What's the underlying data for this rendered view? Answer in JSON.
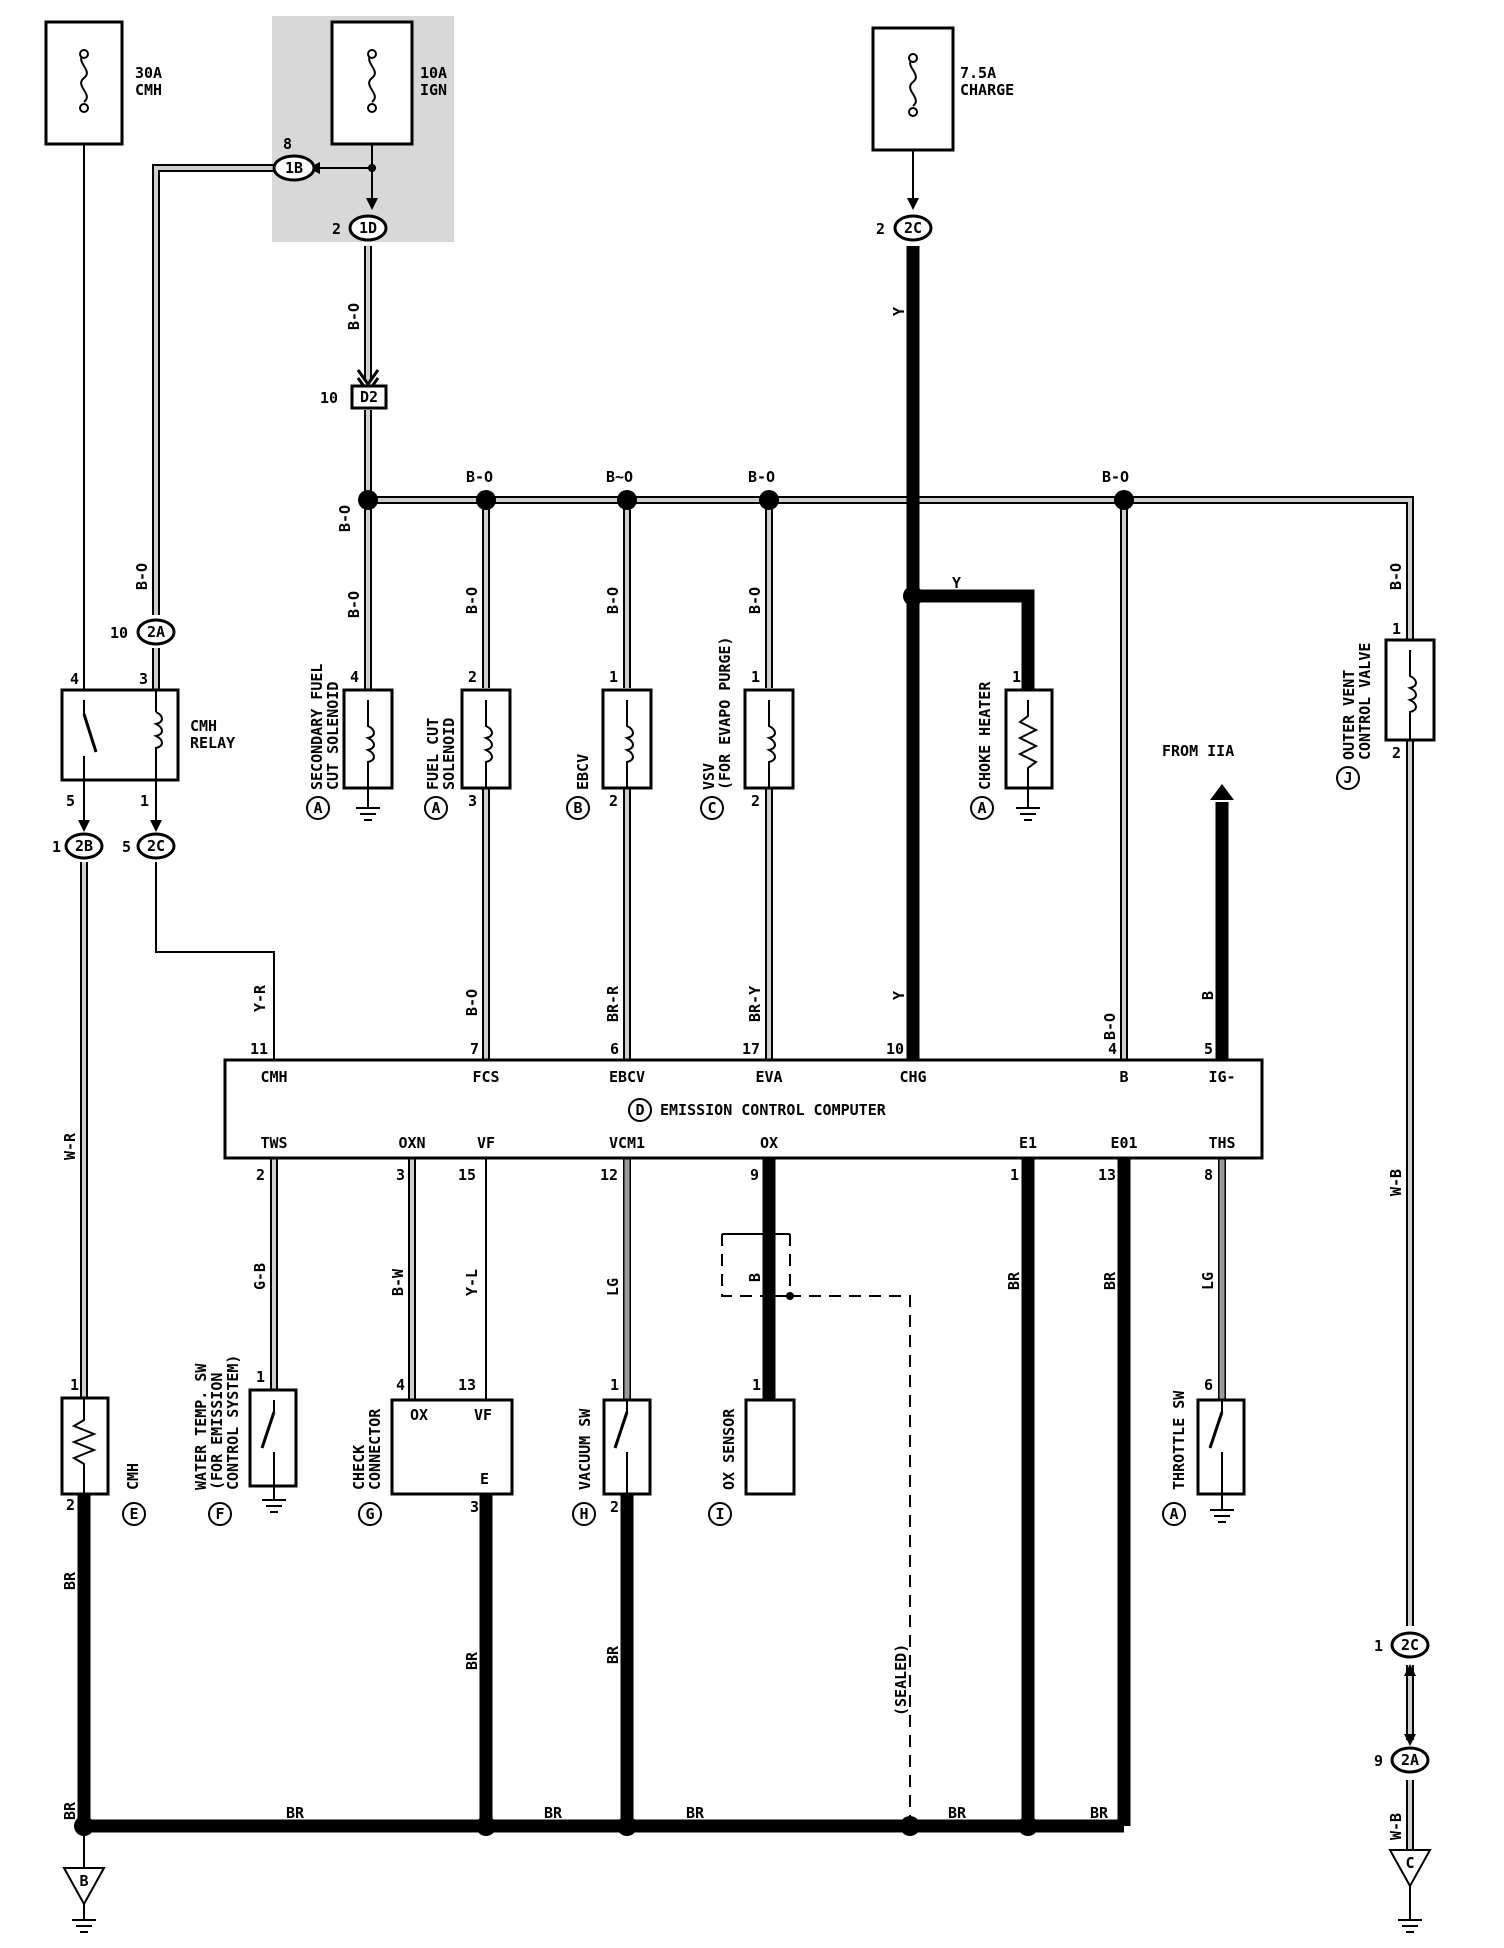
{
  "fuses": {
    "cmh": {
      "rating": "30A",
      "name": "CMH"
    },
    "ign": {
      "rating": "10A",
      "name": "IGN"
    },
    "charge": {
      "rating": "7.5A",
      "name": "CHARGE"
    }
  },
  "connectors": {
    "c1B": "1B",
    "c1D": "1D",
    "c2C_top": "2C",
    "cD2": "D2",
    "c2A_relay": "2A",
    "c2B": "2B",
    "c2C_relay": "2C",
    "c2C_bottom": "2C",
    "c2A_bottom": "2A"
  },
  "pins": {
    "p8": "8",
    "p2_1D": "2",
    "p2_2C": "2",
    "p10_D2": "10",
    "p10_2A": "10",
    "relay_4": "4",
    "relay_3": "3",
    "relay_5": "5",
    "relay_1": "1",
    "p1_2B": "1",
    "p5_2C": "5",
    "sec_4": "4",
    "fcs_2": "2",
    "fcs_3": "3",
    "ebcv_1": "1",
    "ebcv_2": "2",
    "vsv_1": "1",
    "vsv_2": "2",
    "choke_1": "1",
    "ovcv_1": "1",
    "ovcv_2": "2",
    "ecu_11": "11",
    "ecu_7": "7",
    "ecu_6": "6",
    "ecu_17": "17",
    "ecu_10": "10",
    "ecu_4": "4",
    "ecu_5": "5",
    "ecu_2": "2",
    "ecu_3": "3",
    "ecu_15": "15",
    "ecu_12": "12",
    "ecu_9": "9",
    "ecu_1": "1",
    "ecu_13": "13",
    "ecu_8": "8",
    "cmh_1": "1",
    "cmh_2": "2",
    "wt_1": "1",
    "chk_4": "4",
    "chk_13": "13",
    "chk_3": "3",
    "vac_1": "1",
    "vac_2": "2",
    "ox_1": "1",
    "thr_6": "6",
    "c2C_b_1": "1",
    "c2A_b_9": "9"
  },
  "relay": {
    "name": "CMH\nRELAY",
    "line1": "CMH",
    "line2": "RELAY"
  },
  "components": {
    "secondary_fuel_cut": {
      "line1": "SECONDARY FUEL",
      "line2": "CUT SOLENOID",
      "loc": "A"
    },
    "fuel_cut": {
      "line1": "FUEL CUT",
      "line2": "SOLENOID",
      "loc": "A"
    },
    "ebcv": {
      "line1": "EBCV",
      "loc": "B"
    },
    "vsv": {
      "line1": "VSV",
      "line2": "(FOR EVAPO PURGE)",
      "loc": "C"
    },
    "choke_heater": {
      "line1": "CHOKE HEATER",
      "loc": "A"
    },
    "outer_vent": {
      "line1": "OUTER VENT",
      "line2": "CONTROL VALVE",
      "loc": "J"
    },
    "cmh": {
      "line1": "CMH",
      "loc": "E"
    },
    "water_temp": {
      "line1": "WATER TEMP. SW",
      "line2": "(FOR EMISSION",
      "line3": "CONTROL SYSTEM)",
      "loc": "F"
    },
    "check_connector": {
      "line1": "CHECK",
      "line2": "CONNECTOR",
      "loc": "G",
      "pin_ox": "OX",
      "pin_vf": "VF",
      "pin_e": "E"
    },
    "vacuum_sw": {
      "line1": "VACUUM SW",
      "loc": "H"
    },
    "ox_sensor": {
      "line1": "OX SENSOR",
      "loc": "I"
    },
    "throttle_sw": {
      "line1": "THROTTLE SW",
      "loc": "A"
    }
  },
  "ecu": {
    "loc": "D",
    "name": "EMISSION CONTROL COMPUTER",
    "top_terms": [
      "CMH",
      "FCS",
      "EBCV",
      "EVA",
      "CHG",
      "B",
      "IG-"
    ],
    "bottom_terms": [
      "TWS",
      "OXN",
      "VF",
      "VCM1",
      "OX",
      "E1",
      "E01",
      "THS"
    ]
  },
  "wires": {
    "bo": "B-O",
    "bo_tilde": "B~O",
    "y": "Y",
    "yr": "Y-R",
    "br_r": "BR-R",
    "br_y": "BR-Y",
    "b": "B",
    "wr": "W-R",
    "wb": "W-B",
    "gb": "G-B",
    "bw": "B-W",
    "yl": "Y-L",
    "lg": "LG",
    "br": "BR"
  },
  "from_iia": "FROM IIA",
  "sealed": "(SEALED)",
  "grounds": {
    "left": "B",
    "right": "C"
  }
}
